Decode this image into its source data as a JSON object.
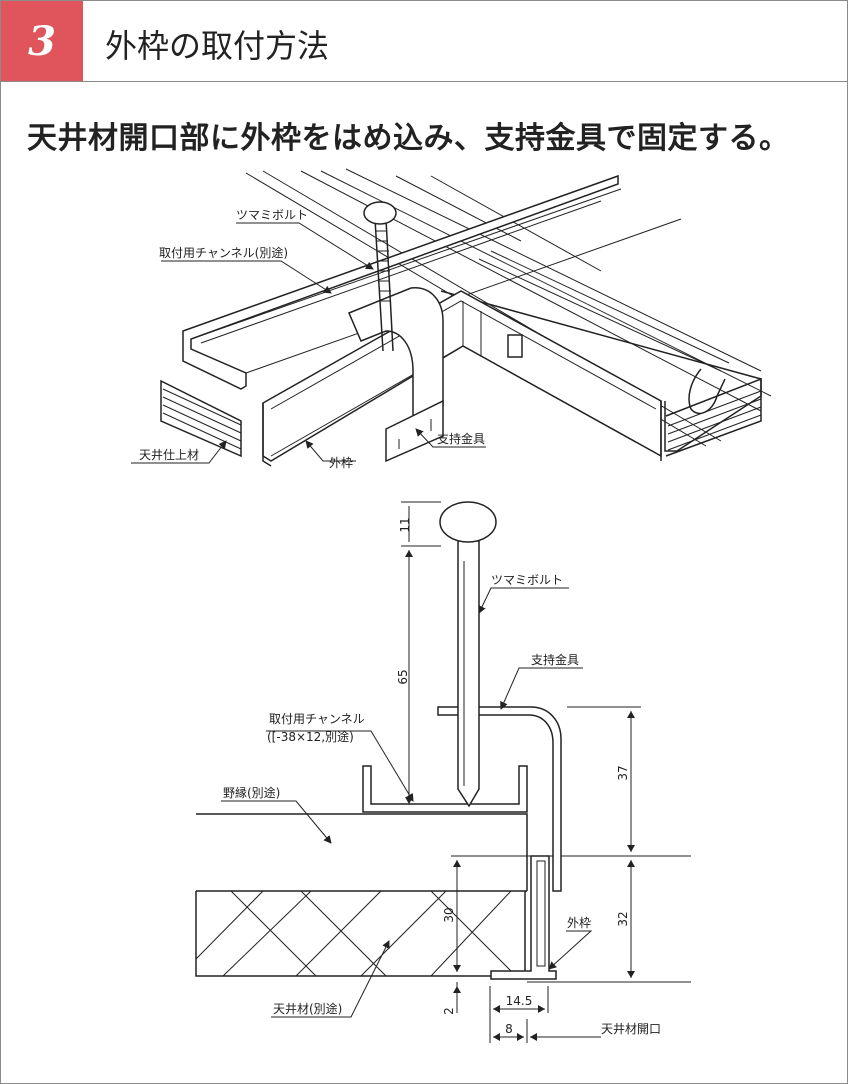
{
  "header": {
    "step_number": "3",
    "title": "外枠の取付方法"
  },
  "lead_text": "天井材開口部に外枠をはめ込み、支持金具で固定する。",
  "iso_view": {
    "labels": {
      "thumb_bolt": "ツマミボルト",
      "mounting_channel": "取付用チャンネル(別途)",
      "ceiling_finish": "天井仕上材",
      "outer_frame": "外枠",
      "support_bracket": "支持金具"
    }
  },
  "section_view": {
    "labels": {
      "thumb_bolt": "ツマミボルト",
      "support_bracket": "支持金具",
      "mounting_channel": "取付用チャンネル",
      "mounting_channel_spec": "([-38×12,別途)",
      "furring": "野縁(別途)",
      "outer_frame": "外枠",
      "ceiling_material": "天井材(別途)",
      "ceiling_opening": "天井材開口"
    },
    "dimensions": {
      "bolt_head": "11",
      "bolt_length": "65",
      "bracket_height": "37",
      "frame_height": "32",
      "board_thickness": "30",
      "bottom_gap": "2",
      "flange_width": "14.5",
      "lip_width": "8"
    }
  }
}
